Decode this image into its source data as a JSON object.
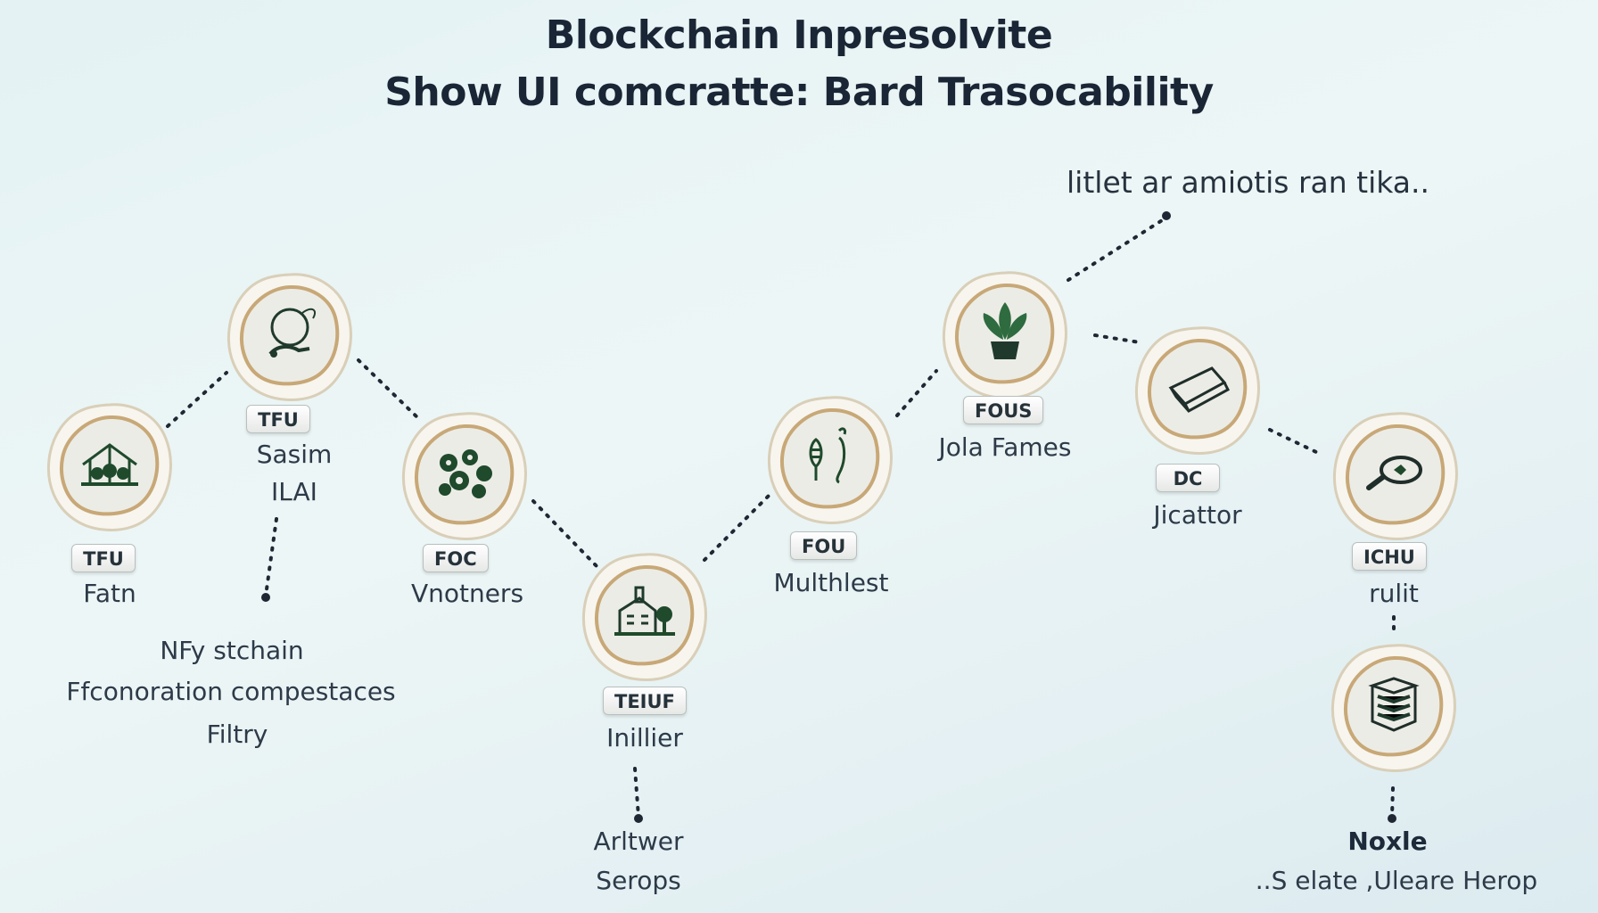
{
  "title": {
    "line1": "Blockchain Inpresolvite",
    "line2": "Show UI comcratte: Bard Trasocability"
  },
  "colors": {
    "accent_green": "#1f4a2c",
    "ring_tan": "#c8a877",
    "dotted_line": "#1e2733"
  },
  "top_annotation": "litlet ar amiotis ran tika..",
  "nodes": [
    {
      "id": "n1",
      "icon": "greenhouse-icon",
      "badge": "TFU",
      "label": "Fatn"
    },
    {
      "id": "n2",
      "icon": "globe-hand-icon",
      "badge": "TFU",
      "label_line1": "Sasim",
      "label_line2": "ILAI"
    },
    {
      "id": "n3",
      "icon": "plants-icon",
      "badge": "FOC",
      "label": "Vnotners"
    },
    {
      "id": "n4",
      "icon": "factory-icon",
      "badge": "TEIUF",
      "label": "Inillier"
    },
    {
      "id": "n5",
      "icon": "produce-icon",
      "badge": "FOU",
      "label": "Multhlest"
    },
    {
      "id": "n6",
      "icon": "potted-plant-icon",
      "badge": "FOUS",
      "label": "Jola Fames"
    },
    {
      "id": "n7",
      "icon": "package-icon",
      "badge": "DC",
      "label": "Jicattor"
    },
    {
      "id": "n8",
      "icon": "magnifier-icon",
      "badge": "ICHU",
      "label": "rulit"
    },
    {
      "id": "n9",
      "icon": "stacked-layers-icon"
    }
  ],
  "annotations": {
    "left_block": {
      "line1": "NFy stchain",
      "line2": "Ffconoration compestaces",
      "line3": "Filtry"
    },
    "bottom_middle": {
      "line1": "Arltwer",
      "line2": "Serops"
    },
    "bottom_right": {
      "line1": "Noxle",
      "line2": "..S elate ,Uleare Herop"
    }
  }
}
